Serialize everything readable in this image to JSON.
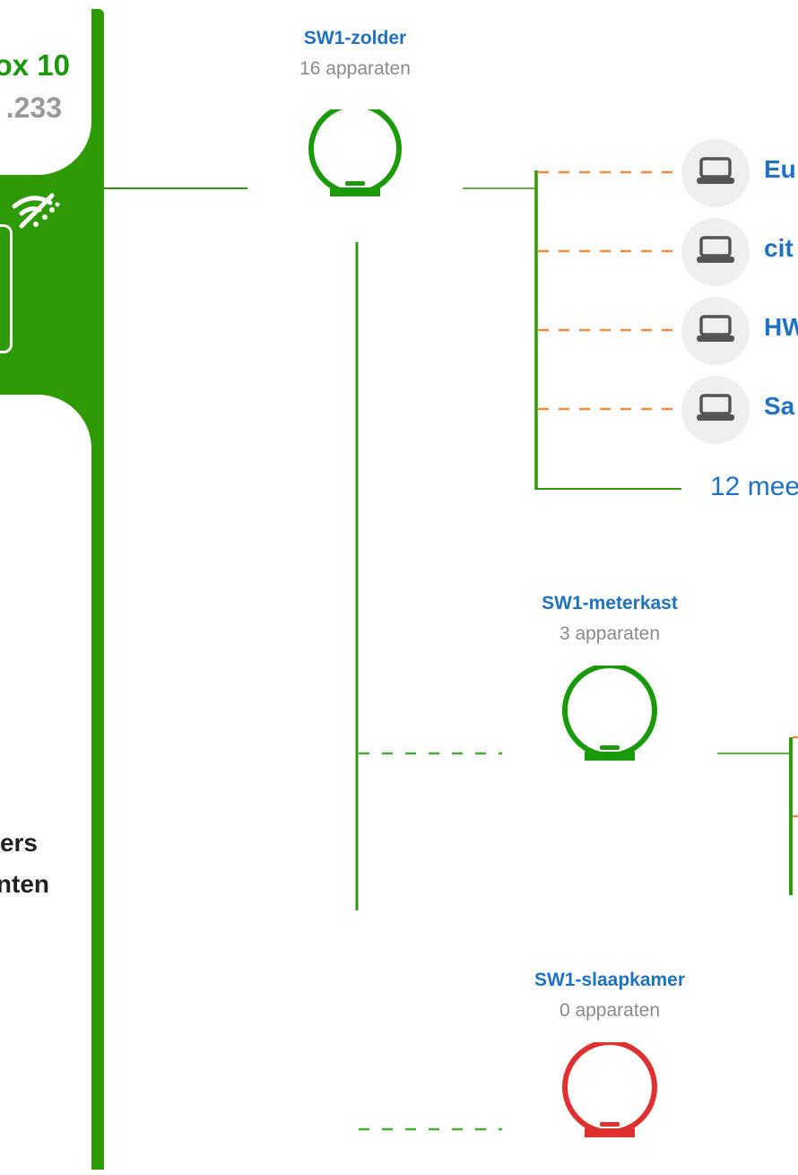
{
  "router": {
    "name": "ox 10",
    "ip": ".233",
    "users_label": "ers",
    "devices_label": "nten"
  },
  "switches": [
    {
      "name": "SW1-zolder",
      "count": "16 apparaten",
      "status": "online",
      "color": "#1a9a0a"
    },
    {
      "name": "SW1-meterkast",
      "count": "3 apparaten",
      "status": "online",
      "color": "#1a9a0a"
    },
    {
      "name": "SW1-slaapkamer",
      "count": "0 apparaten",
      "status": "offline",
      "color": "#e03030"
    }
  ],
  "devices": [
    {
      "label": "Eu",
      "icon": "laptop-icon"
    },
    {
      "label": "cit",
      "icon": "laptop-icon"
    },
    {
      "label": "HW",
      "icon": "laptop-icon"
    },
    {
      "label": "Sa",
      "icon": "laptop-icon"
    }
  ],
  "more_link": "12 mee",
  "colors": {
    "wired": "#2e9a05",
    "wireless": "#f08a40",
    "link": "#1f72c1"
  }
}
